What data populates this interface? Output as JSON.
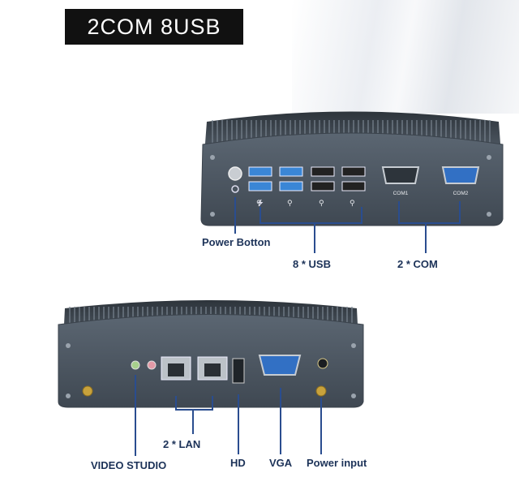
{
  "title": "2COM 8USB",
  "port_text": {
    "com1": "COM1",
    "com2": "COM2"
  },
  "labels": {
    "power_button": "Power Botton",
    "usb": "8 * USB",
    "com": "2 * COM",
    "lan": "2 * LAN",
    "hd": "HD",
    "vga": "VGA",
    "power_input": "Power input",
    "video_studio": "VIDEO STUDIO"
  },
  "colors": {
    "chassis": "#4f5a66",
    "label": "#1c3258",
    "line": "#2a4d8f",
    "usb3": "#3a86d6"
  }
}
